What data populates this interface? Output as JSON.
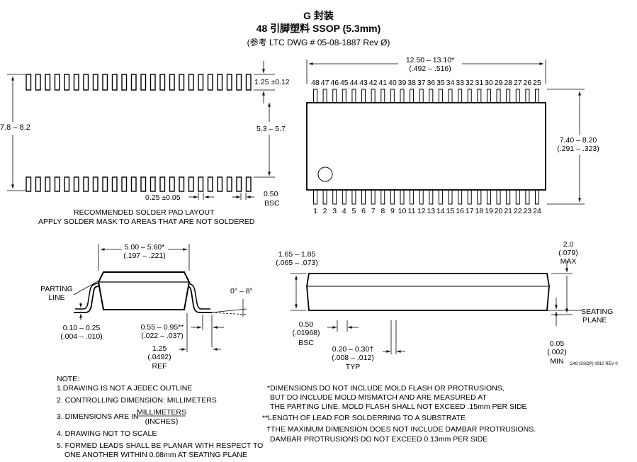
{
  "header": {
    "title": "G 封装",
    "subtitle": "48 引脚塑料 SSOP (5.3mm)",
    "ref": "(参考 LTC DWG # 05-08-1887 Rev Ø)"
  },
  "pad_layout": {
    "pitch_width": "7.8 – 8.2",
    "pad_length": "1.25 ±0.12",
    "pad_gap": "5.3 – 5.7",
    "pad_width": "0.25 ±0.05",
    "pitch": "0.50",
    "pitch_note": "BSC",
    "caption_line1": "RECOMMENDED SOLDER PAD LAYOUT",
    "caption_line2": "APPLY SOLDER MASK TO AREAS THAT ARE NOT SOLDERED"
  },
  "top_view": {
    "length_mm": "12.50 – 13.10*",
    "length_in": "(.492 – .516)",
    "width_mm": "7.40 – 8.20",
    "width_in": "(.291 – .323)",
    "top_pin_numbers": [
      "48",
      "47",
      "46",
      "45",
      "44",
      "43",
      "42",
      "41",
      "40",
      "39",
      "38",
      "37",
      "36",
      "35",
      "34",
      "33",
      "32",
      "31",
      "30",
      "29",
      "28",
      "27",
      "26",
      "25"
    ],
    "bottom_pin_numbers": [
      "1",
      "2",
      "3",
      "4",
      "5",
      "6",
      "7",
      "8",
      "9",
      "10",
      "11",
      "12",
      "13",
      "14",
      "15",
      "16",
      "17",
      "18",
      "19",
      "20",
      "21",
      "22",
      "23",
      "24"
    ]
  },
  "side_view": {
    "body_width_mm": "5.00 – 5.60*",
    "body_width_in": "(.197 – .221)",
    "parting_line_1": "PARTING",
    "parting_line_2": "LINE",
    "angle": "0° – 8°",
    "lead_thk_mm": "0.10 – 0.25",
    "lead_thk_in": "(.004 – .010)",
    "foot_mm": "0.55 – 0.95**",
    "foot_in": "(.022 – .037)",
    "ref_mm": "1.25",
    "ref_in": "(.0492)",
    "ref_label": "REF"
  },
  "front_view": {
    "height_mm": "1.65 – 1.85",
    "height_in": "(.065 – .073)",
    "max_mm": "2.0",
    "max_in": "(.079)",
    "max_label": "MAX",
    "seating_1": "SEATING",
    "seating_2": "PLANE",
    "pitch_mm": "0.50",
    "pitch_in": "(.01968)",
    "pitch_label": "BSC",
    "lead_w_mm": "0.20 – 0.30†",
    "lead_w_in": "(.008 – .012)",
    "lead_w_label": "TYP",
    "standoff_mm": "0.05",
    "standoff_in": "(.002)",
    "standoff_label": "MIN",
    "doc_code": "G48 (SSOP) 0910 REV 0"
  },
  "notes": {
    "heading": "NOTE:",
    "n1": "1.DRAWING IS NOT A JEDEC OUTLINE",
    "n2": "2. CONTROLLING DIMENSION: MILLIMETERS",
    "n3_prefix": "3. DIMENSIONS ARE IN",
    "n3_num": "MILLIMETERS",
    "n3_den": "(INCHES)",
    "n4": "4. DRAWING NOT TO SCALE",
    "n5_1": "5. FORMED LEADS SHALL BE PLANAR WITH RESPECT TO",
    "n5_2": "ONE ANOTHER WITHIN 0.08mm AT SEATING PLANE"
  },
  "footnotes": {
    "f1_1": "*DIMENSIONS DO NOT INCLUDE MOLD FLASH OR PROTRUSIONS,",
    "f1_2": "BUT DO INCLUDE MOLD MISMATCH AND ARE MEASURED AT",
    "f1_3": "THE PARTING LINE. MOLD FLASH SHALL NOT EXCEED .15mm PER SIDE",
    "f2": "**LENGTH OF LEAD FOR SOLDERRING TO A SUBSTRATE",
    "f3_1": "†THE MAXIMUM DIMENSION DOES NOT INCLUDE DAMBAR PROTRUSIONS.",
    "f3_2": "DAMBAR PROTRUSIONS DO NOT EXCEED 0.13mm PER SIDE"
  }
}
